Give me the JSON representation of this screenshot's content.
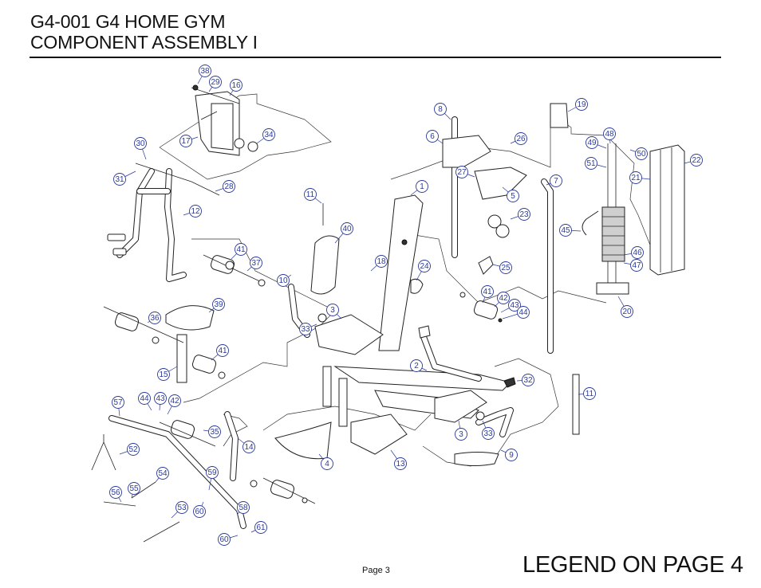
{
  "header": {
    "title_line1": "G4-001 G4 HOME GYM",
    "title_line2": "COMPONENT ASSEMBLY I"
  },
  "footer": {
    "page": "Page 3",
    "legend_note": "LEGEND ON PAGE 4"
  },
  "callouts": [
    "38",
    "29",
    "16",
    "17",
    "34",
    "30",
    "31",
    "28",
    "12",
    "8",
    "6",
    "19",
    "26",
    "27",
    "48",
    "49",
    "50",
    "51",
    "22",
    "21",
    "7",
    "5",
    "1",
    "23",
    "11",
    "40",
    "41",
    "37",
    "10",
    "18",
    "24",
    "25",
    "45",
    "46",
    "47",
    "20",
    "39",
    "36",
    "3",
    "33",
    "41",
    "42",
    "43",
    "44",
    "15",
    "41",
    "2",
    "32",
    "11",
    "57",
    "44",
    "43",
    "42",
    "35",
    "14",
    "4",
    "13",
    "3",
    "33",
    "9",
    "52",
    "54",
    "59",
    "56",
    "55",
    "53",
    "60",
    "58",
    "61",
    "60"
  ],
  "colors": {
    "callout": "#2a3a9a",
    "line": "#222222"
  }
}
